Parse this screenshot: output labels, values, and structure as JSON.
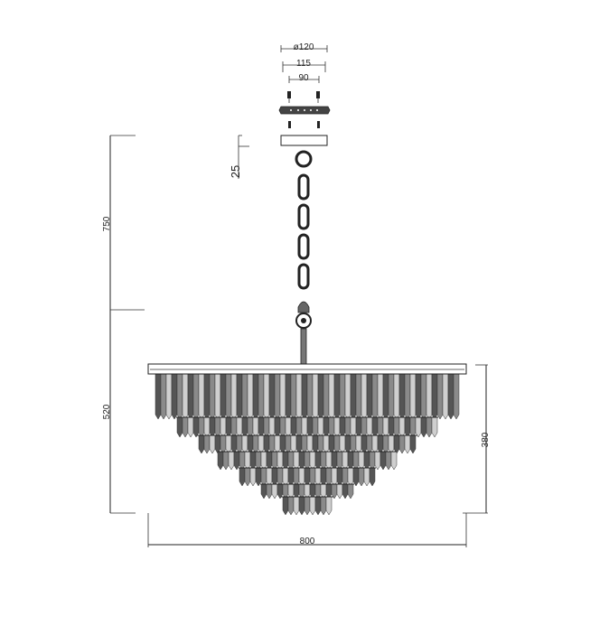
{
  "diagram": {
    "canopy_dims": {
      "outer_diameter": "ø120",
      "mid_width": "115",
      "inner_width": "90"
    },
    "canopy_height": "25",
    "total_height": "750",
    "chain_to_body": "520",
    "body_height": "380",
    "body_width": "800",
    "colors": {
      "line": "#222222",
      "crystal_fill": "#8a8a8a",
      "crystal_dark": "#555555",
      "crystal_light": "#cfcfcf"
    },
    "tiers": 7
  }
}
